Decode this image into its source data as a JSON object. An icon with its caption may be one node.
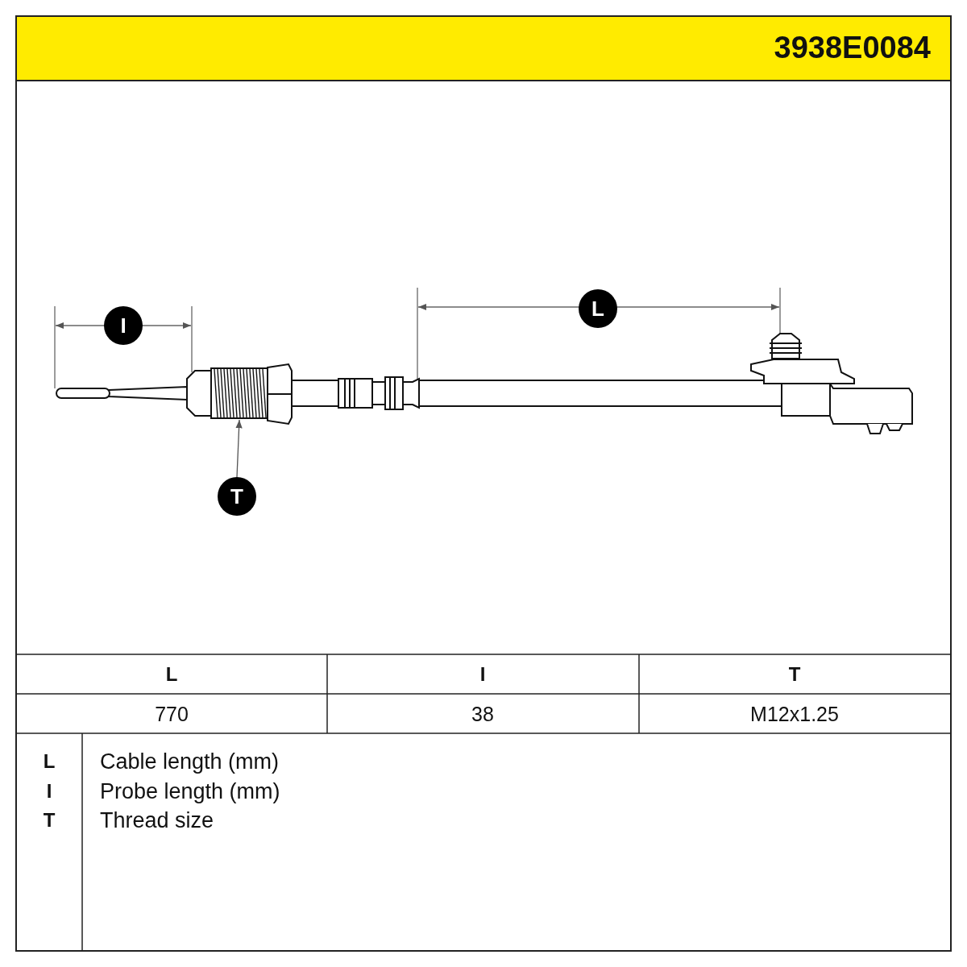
{
  "diagram": {
    "nodes": [
      {
        "text": [
          "I"
        ]
      },
      {
        "text": [
          "L"
        ]
      },
      {
        "text": [
          "T"
        ]
      },
      {
        "text": [],
        "shape": "picture"
      }
    ],
    "edges": [
      {
        "from": 2,
        "to": 3,
        "arrow": "to"
      }
    ],
    "labels": [
      "3938E0084",
      "L",
      "I",
      "T",
      "770",
      "38",
      "M12x1.25",
      "L",
      "Cable length (mm)",
      "I",
      "Probe length (mm)",
      "T",
      "Thread size"
    ]
  }
}
